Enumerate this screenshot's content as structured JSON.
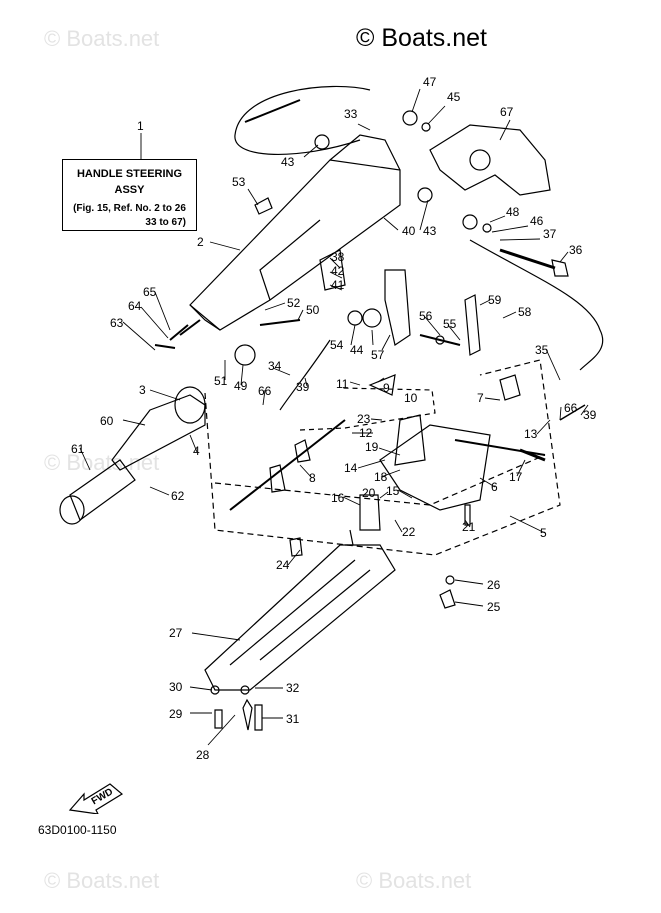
{
  "watermarks": {
    "main": "© Boats.net",
    "faint": "© Boats.net"
  },
  "callout": {
    "line1": "HANDLE STEERING",
    "line2": "ASSY",
    "line3": "(Fig. 15, Ref. No. 2 to 26",
    "line4": "33 to 67)"
  },
  "diagram_code": "63D0100-1150",
  "fwd_label": "FWD",
  "parts": [
    "1",
    "2",
    "3",
    "4",
    "5",
    "6",
    "7",
    "8",
    "9",
    "10",
    "11",
    "12",
    "13",
    "14",
    "15",
    "16",
    "17",
    "18",
    "19",
    "20",
    "21",
    "22",
    "23",
    "24",
    "25",
    "26",
    "27",
    "28",
    "29",
    "30",
    "31",
    "32",
    "33",
    "34",
    "35",
    "36",
    "37",
    "38",
    "39",
    "39",
    "40",
    "41",
    "42",
    "43",
    "43",
    "44",
    "45",
    "46",
    "47",
    "48",
    "49",
    "50",
    "51",
    "52",
    "53",
    "54",
    "55",
    "56",
    "57",
    "58",
    "59",
    "60",
    "61",
    "62",
    "63",
    "64",
    "65",
    "66",
    "66",
    "67"
  ]
}
